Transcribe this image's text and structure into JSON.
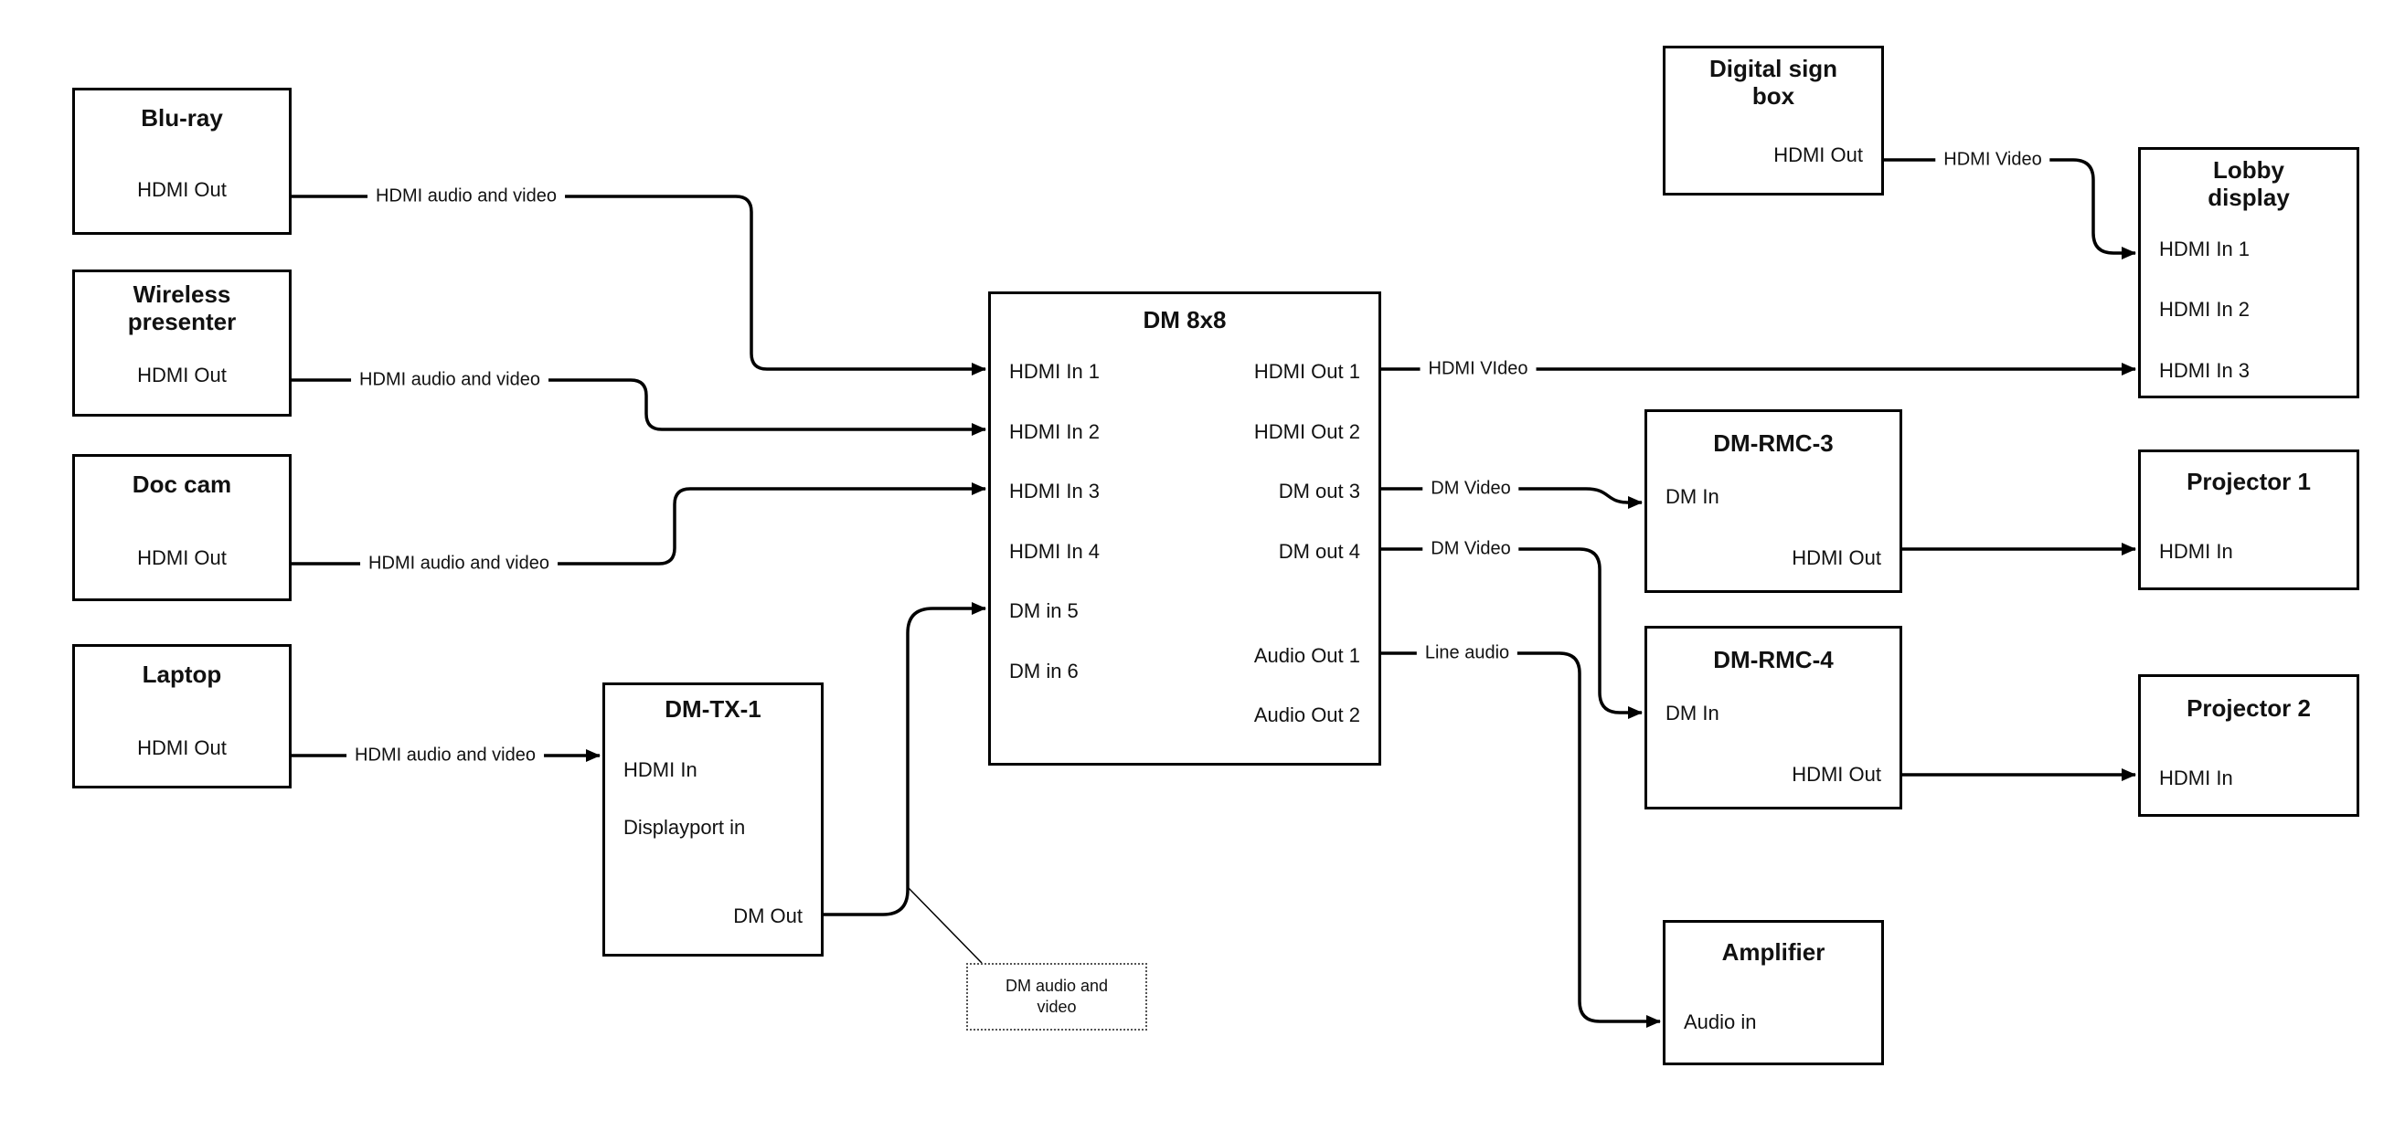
{
  "diagram": {
    "nodes": {
      "bluray": {
        "title": "Blu-ray",
        "port_hdmi_out": "HDMI Out"
      },
      "wireless_presenter": {
        "title": "Wireless presenter",
        "port_hdmi_out": "HDMI Out"
      },
      "doc_cam": {
        "title": "Doc cam",
        "port_hdmi_out": "HDMI Out"
      },
      "laptop": {
        "title": "Laptop",
        "port_hdmi_out": "HDMI Out"
      },
      "dm_tx_1": {
        "title": "DM-TX-1",
        "port_hdmi_in": "HDMI In",
        "port_displayport_in": "Displayport in",
        "port_dm_out": "DM Out"
      },
      "dm_8x8": {
        "title": "DM 8x8",
        "inputs": [
          "HDMI In 1",
          "HDMI In 2",
          "HDMI In 3",
          "HDMI In 4",
          "DM in 5",
          "DM in 6"
        ],
        "outputs": [
          "HDMI Out 1",
          "HDMI Out 2",
          "DM out 3",
          "DM out 4",
          "Audio Out 1",
          "Audio Out 2"
        ]
      },
      "digital_sign_box": {
        "title": "Digital sign box",
        "port_hdmi_out": "HDMI Out"
      },
      "lobby_display": {
        "title": "Lobby display",
        "ports": [
          "HDMI In 1",
          "HDMI In 2",
          "HDMI In 3"
        ]
      },
      "dm_rmc_3": {
        "title": "DM-RMC-3",
        "port_dm_in": "DM In",
        "port_hdmi_out": "HDMI Out"
      },
      "projector_1": {
        "title": "Projector 1",
        "port_hdmi_in": "HDMI In"
      },
      "dm_rmc_4": {
        "title": "DM-RMC-4",
        "port_dm_in": "DM In",
        "port_hdmi_out": "HDMI Out"
      },
      "projector_2": {
        "title": "Projector 2",
        "port_hdmi_in": "HDMI In"
      },
      "amplifier": {
        "title": "Amplifier",
        "port_audio_in": "Audio in"
      }
    },
    "edge_labels": {
      "bluray_to_dm8x8": "HDMI audio and video",
      "wireless_to_dm8x8": "HDMI audio and video",
      "doccam_to_dm8x8": "HDMI audio and video",
      "laptop_to_dmtx1": "HDMI audio and video",
      "hdmiout1_to_lobby": "HDMI VIdeo",
      "signbox_to_lobby": "HDMI Video",
      "dmout3_to_rmc3": "DM Video",
      "dmout4_to_rmc4": "DM Video",
      "audioout1_to_amp": "Line audio"
    },
    "callout": {
      "text": "DM audio and video"
    }
  },
  "colors": {
    "line": "#000000",
    "box_border": "#000000",
    "background": "#ffffff"
  }
}
